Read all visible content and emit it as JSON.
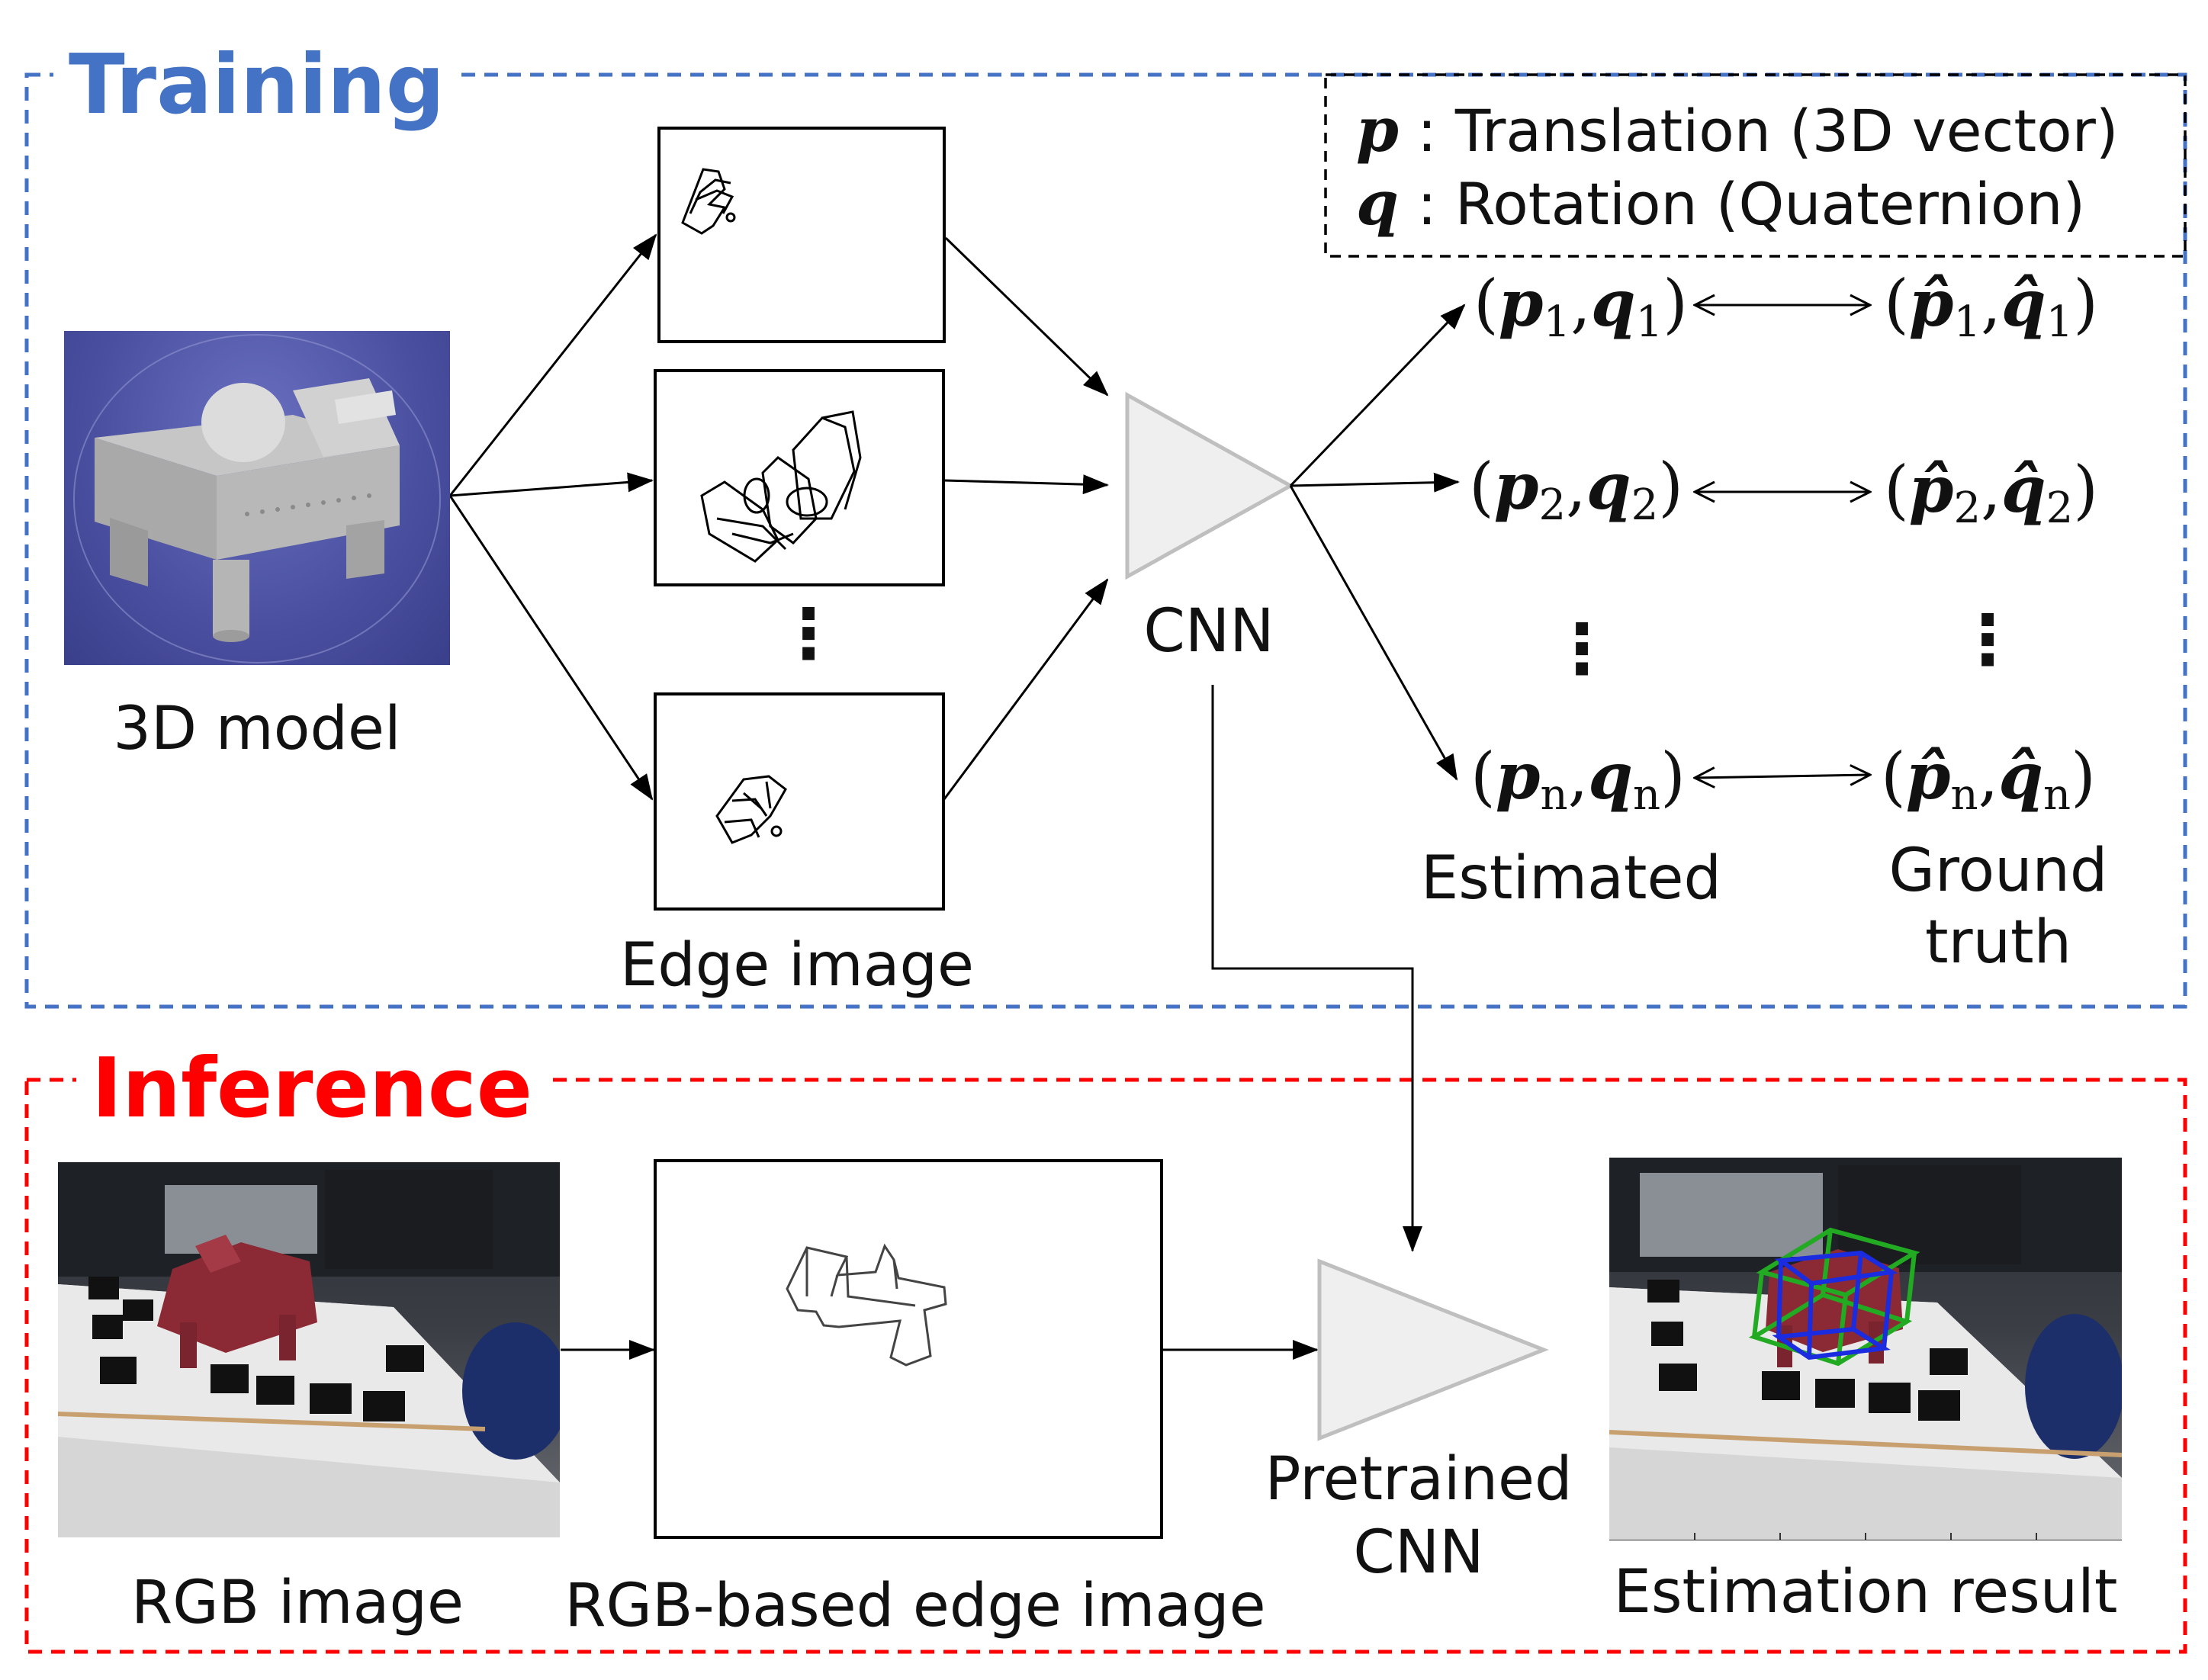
{
  "training": {
    "title": "Training",
    "title_color": "#4472C4",
    "border_color": "#4472C4",
    "model_label": "3D model",
    "edge_label": "Edge image",
    "cnn_label": "CNN",
    "estimated_label": "Estimated",
    "ground_truth_label_1": "Ground",
    "ground_truth_label_2": "truth",
    "vertical_dots": "⋮"
  },
  "legend": {
    "p_symbol": "p",
    "p_text": ": Translation (3D vector)",
    "q_symbol": "q",
    "q_text": ": Rotation (Quaternion)"
  },
  "estimates": [
    {
      "open": "(",
      "p": "p",
      "sub_p": "1",
      "comma": ",",
      "q": "q",
      "sub_q": "1",
      "close": ")"
    },
    {
      "open": "(",
      "p": "p",
      "sub_p": "2",
      "comma": ",",
      "q": "q",
      "sub_q": "2",
      "close": ")"
    },
    {
      "open": "(",
      "p": "p",
      "sub_p": "n",
      "comma": ",",
      "q": "q",
      "sub_q": "n",
      "close": ")"
    }
  ],
  "ground_truths": [
    {
      "open": "(",
      "p": "p̂",
      "sub_p": "1",
      "comma": ",",
      "q": "q̂",
      "sub_q": "1",
      "close": ")"
    },
    {
      "open": "(",
      "p": "p̂",
      "sub_p": "2",
      "comma": ",",
      "q": "q̂",
      "sub_q": "2",
      "close": ")"
    },
    {
      "open": "(",
      "p": "p̂",
      "sub_p": "n",
      "comma": ",",
      "q": "q̂",
      "sub_q": "n",
      "close": ")"
    }
  ],
  "inference": {
    "title": "Inference",
    "title_color": "#FF0000",
    "border_color": "#FF0000",
    "rgb_label": "RGB image",
    "rgb_edge_label": "RGB-based edge image",
    "pretrained_label_1": "Pretrained",
    "pretrained_label_2": "CNN",
    "result_label": "Estimation result"
  },
  "colors": {
    "triangle_fill": "#EFEFEF",
    "triangle_stroke": "#BFBFBF",
    "model_bg": "#4A4FA0",
    "object_red": "#8B2A35",
    "box_green": "#22AA22",
    "box_blue": "#1A2BE0"
  }
}
